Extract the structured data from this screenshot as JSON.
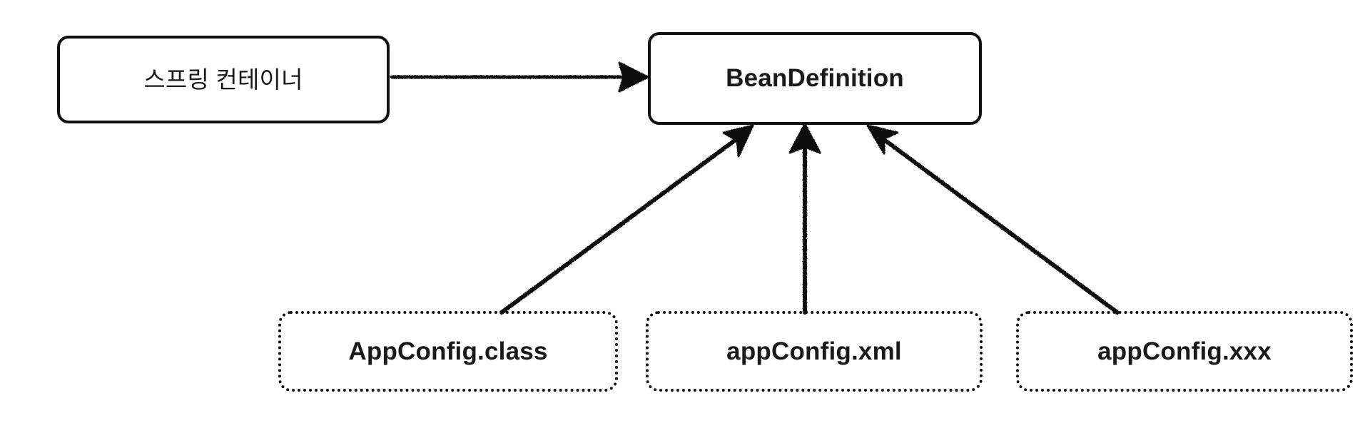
{
  "diagram": {
    "type": "flowchart",
    "style": "hand-drawn",
    "background_color": "#ffffff",
    "stroke_color": "#111111",
    "nodes": [
      {
        "id": "spring-container",
        "label": "스프링 컨테이너",
        "border": "solid",
        "shape": "rounded-rectangle",
        "bold": false
      },
      {
        "id": "bean-definition",
        "label": "BeanDefinition",
        "border": "solid",
        "shape": "rounded-rectangle",
        "bold": true
      },
      {
        "id": "appconfig-class",
        "label": "AppConfig.class",
        "border": "dotted",
        "shape": "rounded-rectangle",
        "bold": false
      },
      {
        "id": "appconfig-xml",
        "label": "appConfig.xml",
        "border": "dotted",
        "shape": "rounded-rectangle",
        "bold": false
      },
      {
        "id": "appconfig-xxx",
        "label": "appConfig.xxx",
        "border": "dotted",
        "shape": "rounded-rectangle",
        "bold": false
      }
    ],
    "edges": [
      {
        "id": "edge-container-to-beandefinition",
        "from": "spring-container",
        "to": "bean-definition",
        "direction": "right",
        "label": ""
      },
      {
        "id": "edge-class-to-beandefinition",
        "from": "appconfig-class",
        "to": "bean-definition",
        "direction": "up-right",
        "label": ""
      },
      {
        "id": "edge-xml-to-beandefinition",
        "from": "appconfig-xml",
        "to": "bean-definition",
        "direction": "up",
        "label": ""
      },
      {
        "id": "edge-xxx-to-beandefinition",
        "from": "appconfig-xxx",
        "to": "bean-definition",
        "direction": "up-left",
        "label": ""
      }
    ]
  }
}
